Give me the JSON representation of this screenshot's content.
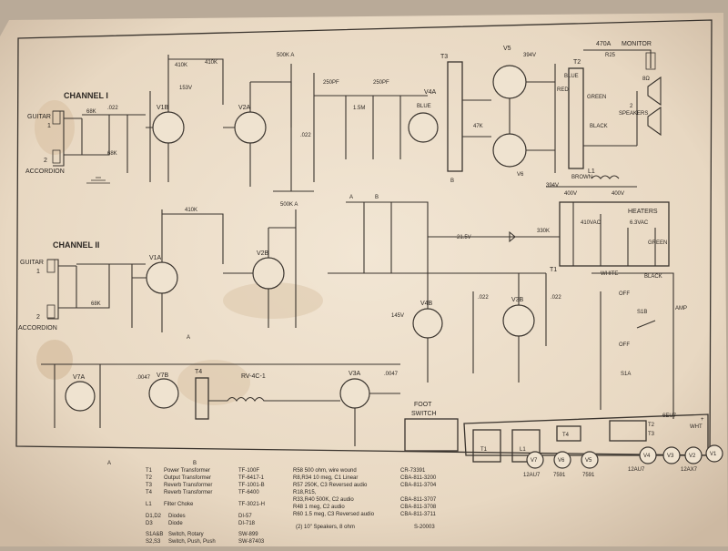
{
  "channels": {
    "ch1": "CHANNEL I",
    "ch2": "CHANNEL II",
    "guitar": "GUITAR",
    "accordion": "ACCORDION",
    "jack1": "1",
    "jack2": "2"
  },
  "tubes": {
    "v1b": "V1B",
    "v2a": "V2A",
    "v4a": "V4A",
    "v5": "V5",
    "v1a": "V1A",
    "v2b": "V2B",
    "v4b": "V4B",
    "v3b": "V3B",
    "v7a": "V7A",
    "v7b": "V7B",
    "v3a": "V3A",
    "v6": "V6"
  },
  "components": {
    "t1": "T1",
    "t2": "T2",
    "t3": "T3",
    "t4": "T4",
    "l1": "L1",
    "rv": "RV-4C-1",
    "monitor": "MONITOR",
    "r470a": "470A",
    "r25": "R25",
    "speakers": "SPEAKERS",
    "ohm": "8Ω",
    "spk2": "2",
    "blue": "BLUE",
    "green": "GREEN",
    "black": "BLACK",
    "brown": "BROWN",
    "red": "RED",
    "heaters": "HEATERS",
    "v63": "6.3VAC",
    "v410": "410VAC",
    "white": "WHITE",
    "s1b": "S1B",
    "s1a": "S1A",
    "amp": "AMP",
    "off": "OFF",
    "foot": "FOOT",
    "switch": "SWITCH",
    "a": "A",
    "b": "B",
    "v394": "394V",
    "v400": "400V",
    "v330": "330K",
    "neg21": "-21.5V",
    "v145": "145V",
    "v153": "153V",
    "r500k": "500K A",
    "r410k": "410K",
    "r47k": "47K",
    "r68k": "68K",
    "r15k": "1.5M",
    "r250pf": "250PF",
    "c022": ".022",
    "c0047": ".0047"
  },
  "panel": {
    "labels": [
      "T1",
      "L1",
      "T4",
      "T2",
      "T3"
    ],
    "tubes": [
      "V7",
      "V6",
      "V5",
      "V4",
      "V3",
      "V2",
      "V1"
    ],
    "types": [
      "12AU7",
      "7591",
      "7591",
      "12AU7",
      "6EU7",
      "12AX7"
    ],
    "plus": "+",
    "wht": "WHT"
  },
  "legend": {
    "col1": [
      [
        "T1",
        "Power Transformer"
      ],
      [
        "T2",
        "Output Transformer"
      ],
      [
        "T3",
        "Reverb Transformer"
      ],
      [
        "T4",
        "Reverb Transformer"
      ],
      [
        "L1",
        "Filter Choke"
      ],
      [
        "D1,D2",
        "Diodes"
      ],
      [
        "D3",
        "Diode"
      ],
      [
        "S1A&B",
        "Switch, Rotary"
      ],
      [
        "S2,S3",
        "Switch, Push, Push"
      ]
    ],
    "col2": [
      "TF-100F",
      "TF-6417-1",
      "TF-1001-B",
      "TF-6400",
      "TF-3021-H",
      "DI-57",
      "DI-718",
      "SW-899",
      "SW-87403"
    ],
    "col3": [
      "R58     500 ohm, wire wound",
      "R8,R34  10 meg, C1 Linear",
      "R57     250K, C3 Reversed audio",
      "R18,R15,",
      "R33,R40 500K, C2 audio",
      "R48     1 meg, C2 audio",
      "R60     1.5 meg, C3 Reversed audio"
    ],
    "col4": [
      "CR-73391",
      "CBA-811-3200",
      "CBA-811-3704",
      "",
      "CBA-811-3707",
      "CBA-811-3708",
      "CBA-811-3711"
    ],
    "speakers_note": "(2)   10\" Speakers, 8 ohm",
    "drawing_no": "S-20003"
  }
}
